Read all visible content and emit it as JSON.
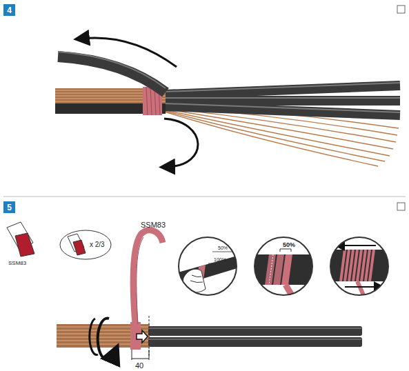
{
  "diagram": {
    "nodes": [
      {
        "text": [
          "4"
        ]
      },
      {
        "text": [
          "5"
        ]
      },
      {
        "text": [
          "x 2/3"
        ]
      },
      {
        "text": [
          "50%",
          "100%"
        ]
      },
      {
        "text": [
          "50%"
        ]
      }
    ],
    "labels": [
      "SSM83",
      "SSM83",
      "40"
    ]
  }
}
